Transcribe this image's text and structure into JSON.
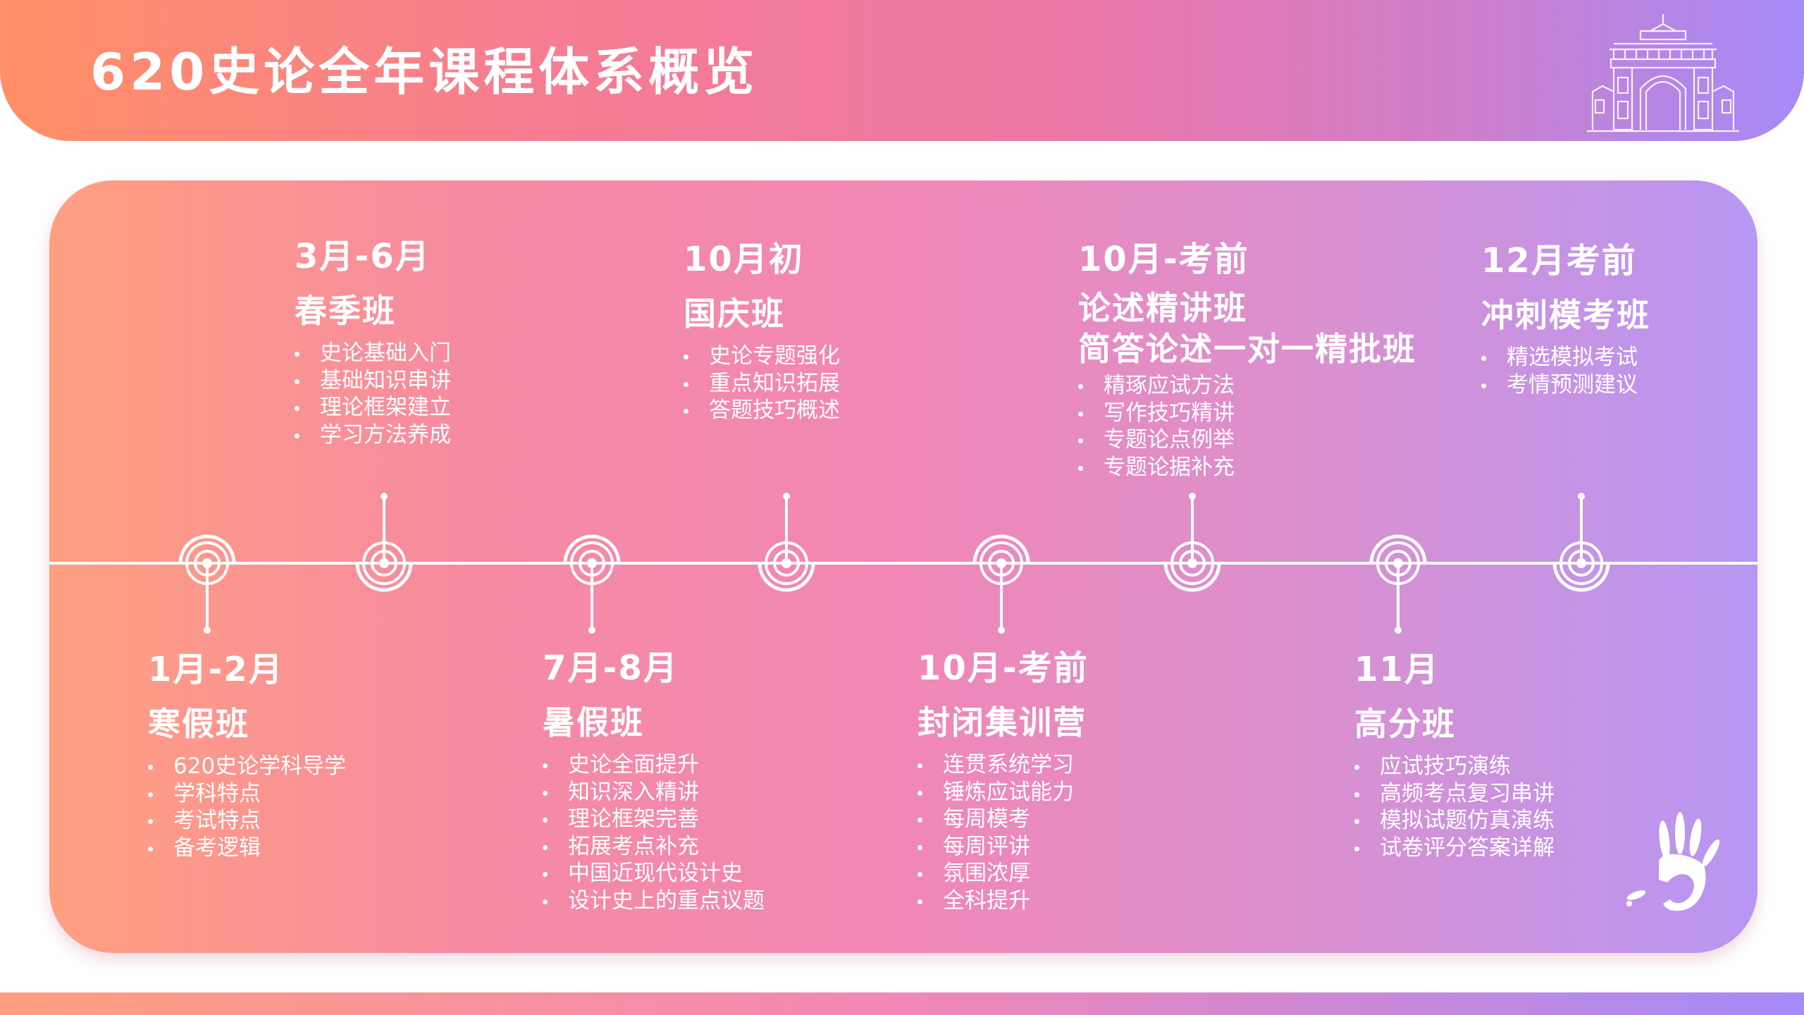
{
  "header": {
    "title": "620史论全年课程体系概览"
  },
  "icons": {
    "gate": "gate-outline-icon",
    "hand": "handprint-icon"
  },
  "colors": {
    "header_start": "#ff8f66",
    "header_end": "#a58bf8",
    "card_start": "#ff9f80",
    "card_mid": "#f187b6",
    "card_end": "#b796f4",
    "text": "#ffffff"
  },
  "stages": [
    {
      "date": "1月-2月",
      "name": "寒假班",
      "items": [
        "620史论学科导学",
        "学科特点",
        "考试特点",
        "备考逻辑"
      ]
    },
    {
      "date": "3月-6月",
      "name": "春季班",
      "items": [
        "史论基础入门",
        "基础知识串讲",
        "理论框架建立",
        "学习方法养成"
      ]
    },
    {
      "date": "7月-8月",
      "name": "暑假班",
      "items": [
        "史论全面提升",
        "知识深入精讲",
        "理论框架完善",
        "拓展考点补充",
        "中国近现代设计史",
        "设计史上的重点议题"
      ]
    },
    {
      "date": "10月初",
      "name": "国庆班",
      "items": [
        "史论专题强化",
        "重点知识拓展",
        "答题技巧概述"
      ]
    },
    {
      "date": "10月-考前",
      "name": "封闭集训营",
      "items": [
        "连贯系统学习",
        "锤炼应试能力",
        "每周模考",
        "每周评讲",
        "氛围浓厚",
        "全科提升"
      ]
    },
    {
      "date": "10月-考前",
      "name_lines": [
        "论述精讲班",
        "简答论述一对一精批班"
      ],
      "items": [
        "精琢应试方法",
        "写作技巧精讲",
        "专题论点例举",
        "专题论据补充"
      ]
    },
    {
      "date": "11月",
      "name": "高分班",
      "items": [
        "应试技巧演练",
        "高频考点复习串讲",
        "模拟试题仿真演练",
        "试卷评分答案详解"
      ]
    },
    {
      "date": "12月考前",
      "name": "冲刺模考班",
      "items": [
        "精选模拟考试",
        "考情预测建议"
      ]
    }
  ]
}
